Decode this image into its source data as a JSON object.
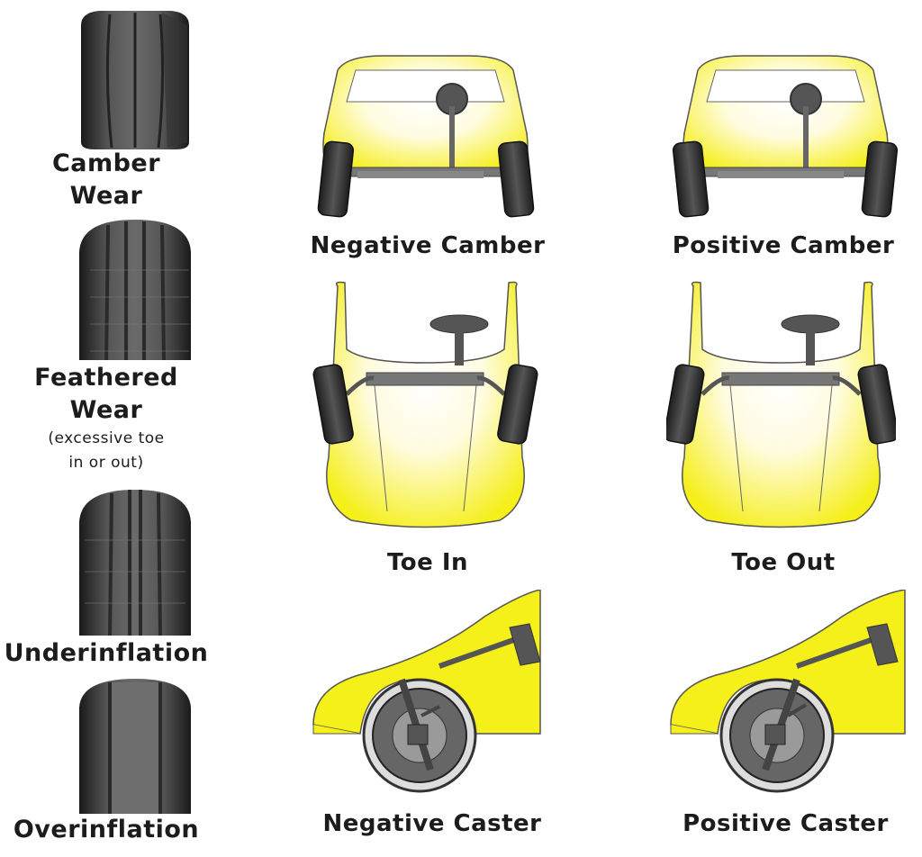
{
  "tires": [
    {
      "id": "camber-wear",
      "label_lines": [
        "Camber",
        "Wear"
      ]
    },
    {
      "id": "feathered-wear",
      "label_lines": [
        "Feathered",
        "Wear"
      ],
      "note_lines": [
        "(excessive toe",
        "in or out)"
      ]
    },
    {
      "id": "underinflation",
      "label_lines": [
        "Underinflation"
      ]
    },
    {
      "id": "overinflation",
      "label_lines": [
        "Overinflation"
      ]
    }
  ],
  "cars": {
    "negative_camber": "Negative Camber",
    "positive_camber": "Positive Camber",
    "toe_in": "Toe In",
    "toe_out": "Toe Out",
    "negative_caster": "Negative Caster",
    "positive_caster": "Positive Caster"
  },
  "colors": {
    "car_body": "#f5ef1a",
    "tire": "#2b2b2b",
    "tread": "#4a4a4a",
    "steering": "#555555"
  }
}
